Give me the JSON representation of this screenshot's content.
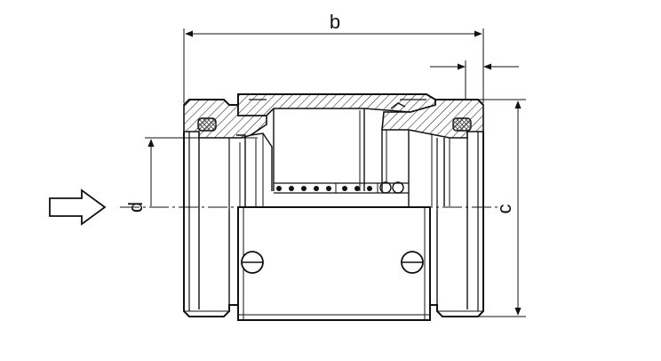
{
  "diagram": {
    "labels": {
      "b": "b",
      "c": "c",
      "d": "d"
    },
    "colors": {
      "line": "#111111",
      "seal": "#555555",
      "background": "#ffffff"
    },
    "icons": {
      "flow_arrow": "hollow-right-arrow-icon"
    }
  }
}
